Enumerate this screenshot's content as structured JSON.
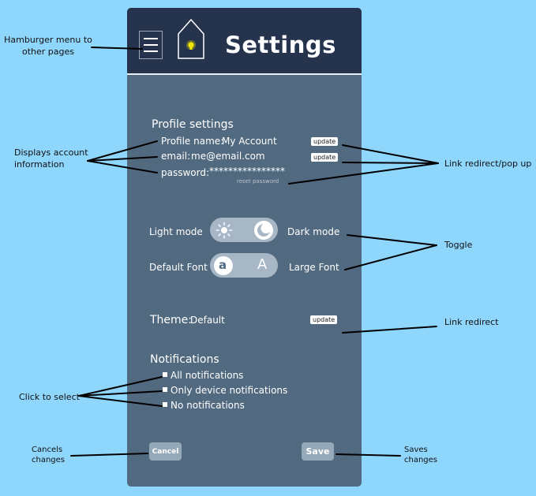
{
  "screen": {
    "title": "Settings",
    "profile": {
      "heading": "Profile settings",
      "name_label": "Profile name:",
      "name_value": "My Account",
      "email_label": "email:",
      "email_value": "me@email.com",
      "password_label": "password:",
      "password_value": "****************",
      "update_label": "update",
      "reset_password_label": "reset password"
    },
    "display": {
      "light_mode": "Light mode",
      "dark_mode": "Dark mode",
      "default_font": "Default Font",
      "large_font": "Large Font",
      "font_small_glyph": "a",
      "font_large_glyph": "A"
    },
    "theme": {
      "label": "Theme:",
      "value": "Default",
      "update_label": "update"
    },
    "notifications": {
      "heading": "Notifications",
      "options": [
        "All notifications",
        "Only device notifications",
        "No notifications"
      ]
    },
    "buttons": {
      "cancel": "Cancel",
      "save": "Save"
    }
  },
  "annotations": {
    "hamburger": "Hamburger menu to\nother pages",
    "account": "Displays account\ninformation",
    "link_popup": "Link redirect/pop up",
    "toggle": "Toggle",
    "link_redirect": "Link redirect",
    "click_select": "Click to select",
    "cancels": "Cancels\nchanges",
    "saves": "Saves\nchanges"
  },
  "colors": {
    "background": "#8fd6fd",
    "panel": "#526a80",
    "header": "#25334d",
    "toggle": "#a7b7c5",
    "button": "#95a9b9",
    "bulb": "#f2e600"
  }
}
